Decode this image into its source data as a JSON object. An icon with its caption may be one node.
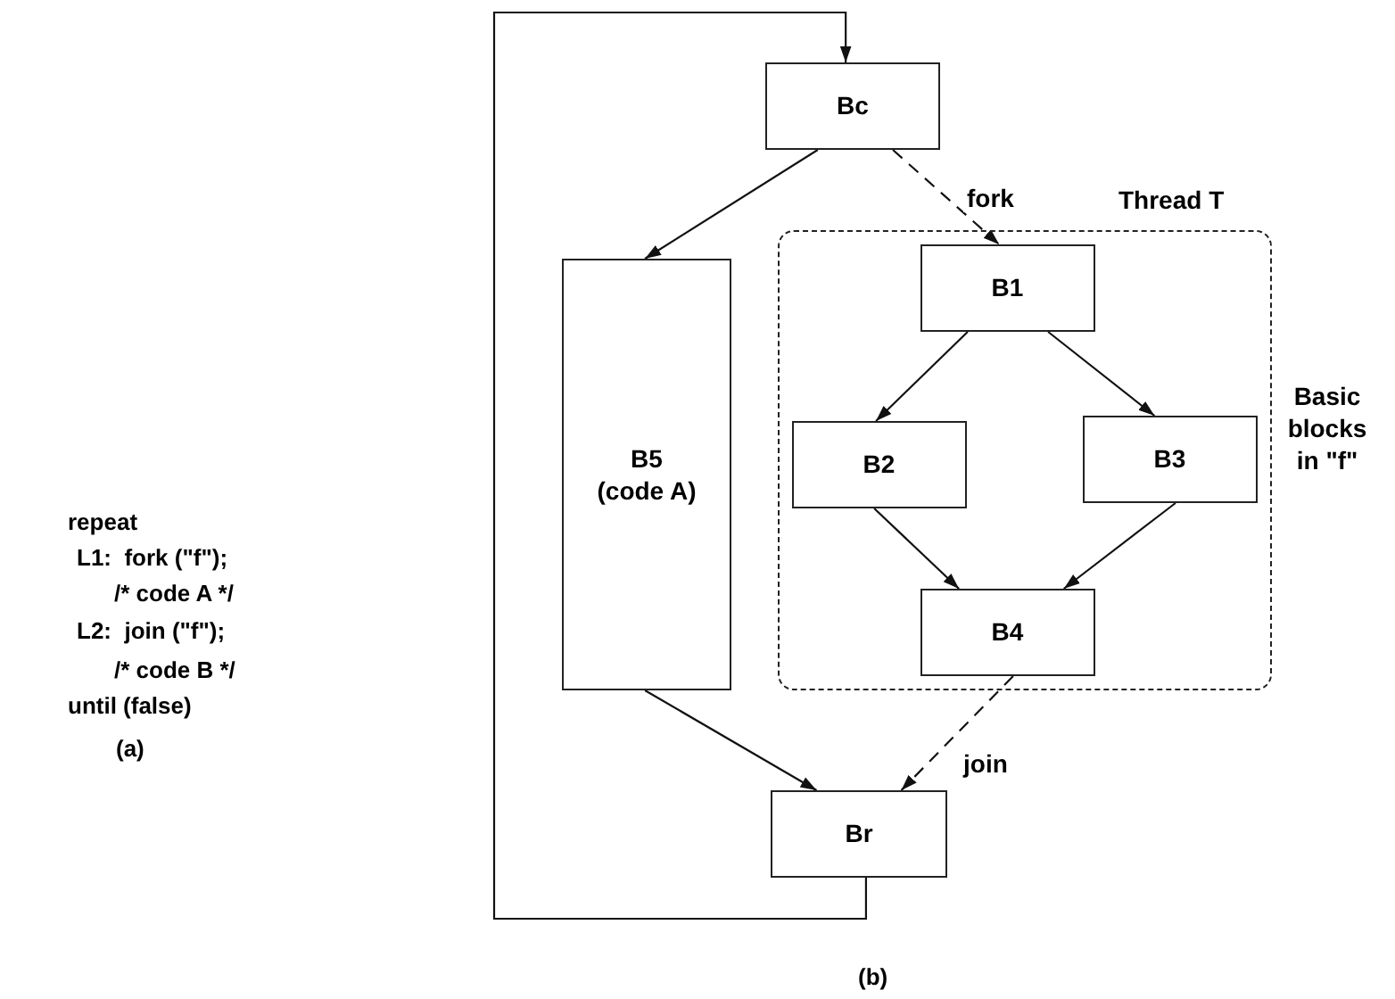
{
  "diagram": {
    "nodes": [
      {
        "text": [
          "Bc"
        ]
      },
      {
        "text": [
          "B5",
          "(code A)"
        ]
      },
      {
        "text": [
          "Thread T"
        ],
        "beside": [
          "Basic blocks in \"f\""
        ]
      },
      {
        "text": [
          "B1"
        ],
        "in": 2
      },
      {
        "text": [
          "B2"
        ],
        "in": 2
      },
      {
        "text": [
          "B3"
        ],
        "in": 2
      },
      {
        "text": [
          "B4"
        ],
        "in": 2
      },
      {
        "text": [
          "Br"
        ]
      }
    ],
    "edges": [
      {
        "from": 0,
        "to": 1,
        "arrow": "to"
      },
      {
        "from": 0,
        "to": 3,
        "arrow": "to",
        "label": "fork",
        "style": "dashed"
      },
      {
        "from": 3,
        "to": 4,
        "arrow": "to"
      },
      {
        "from": 3,
        "to": 5,
        "arrow": "to"
      },
      {
        "from": 4,
        "to": 6,
        "arrow": "to"
      },
      {
        "from": 5,
        "to": 6,
        "arrow": "to"
      },
      {
        "from": 1,
        "to": 7,
        "arrow": "to"
      },
      {
        "from": 6,
        "to": 7,
        "arrow": "to",
        "label": "join",
        "style": "dashed"
      },
      {
        "from": 7,
        "to": 0,
        "arrow": "to"
      }
    ],
    "labels": [
      "repeat",
      "L1:  fork (\"f\");",
      "/* code A */",
      "L2:  join (\"f\");",
      "/* code B */",
      "until (false)",
      "(a)",
      "(b)"
    ]
  }
}
